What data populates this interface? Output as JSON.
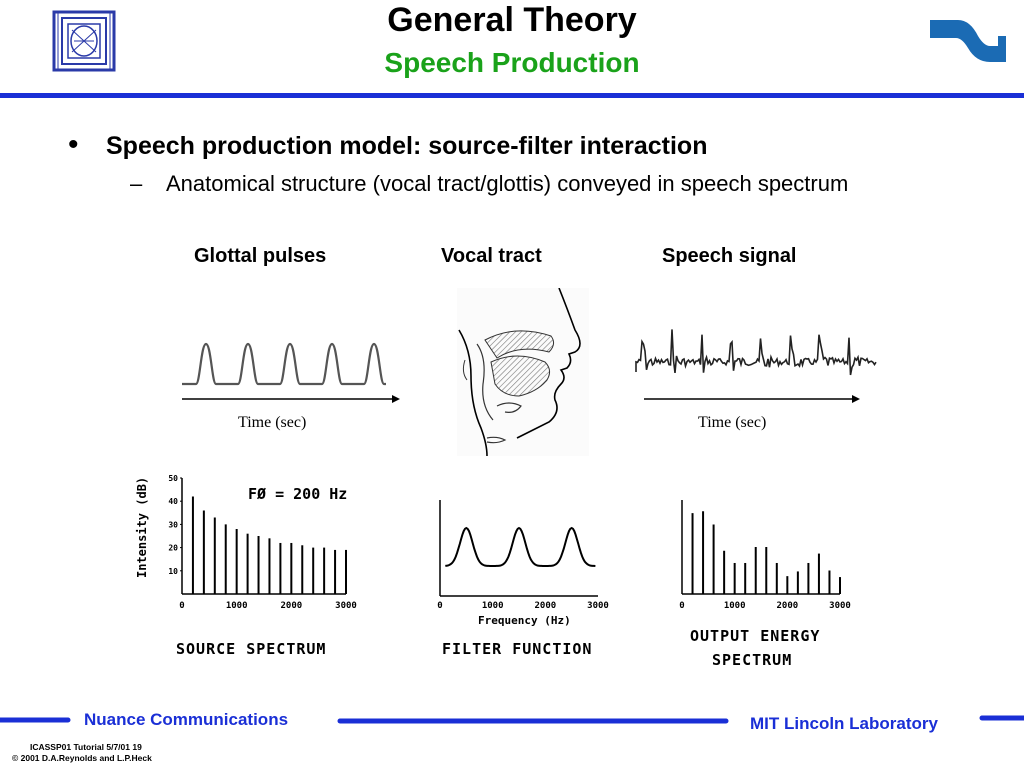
{
  "header": {
    "title": "General Theory",
    "subtitle": "Speech Production"
  },
  "content": {
    "bullet_main": "Speech production model:  source-filter interaction",
    "bullet_sub": "Anatomical structure (vocal tract/glottis) conveyed in speech spectrum"
  },
  "figure": {
    "col_labels": [
      "Glottal pulses",
      "Vocal tract",
      "Speech signal"
    ],
    "time_label_left": "Time (sec)",
    "time_label_right": "Time (sec)",
    "source_chart_label": "SOURCE SPECTRUM",
    "source_annotation": "FØ = 200 Hz",
    "source_ylabel": "Intensity (dB)",
    "filter_chart_label": "FILTER FUNCTION",
    "filter_xlabel": "Frequency (Hz)",
    "output_chart_label_line1": "OUTPUT ENERGY",
    "output_chart_label_line2": "SPECTRUM"
  },
  "chart_data": [
    {
      "type": "bar",
      "title": "SOURCE SPECTRUM",
      "annotation": "FØ = 200 Hz",
      "ylabel": "Intensity (dB)",
      "xlabel": "",
      "xlim": [
        0,
        3000
      ],
      "ylim": [
        0,
        50
      ],
      "x_ticks": [
        "0",
        "1000",
        "2000",
        "3000"
      ],
      "y_ticks": [
        "10",
        "20",
        "30",
        "40",
        "50"
      ],
      "x": [
        200,
        400,
        600,
        800,
        1000,
        1200,
        1400,
        1600,
        1800,
        2000,
        2200,
        2400,
        2600,
        2800,
        3000
      ],
      "values": [
        42,
        36,
        33,
        30,
        28,
        26,
        25,
        24,
        22,
        22,
        21,
        20,
        20,
        19,
        19
      ]
    },
    {
      "type": "line",
      "title": "FILTER FUNCTION",
      "xlabel": "Frequency (Hz)",
      "ylabel": "",
      "xlim": [
        0,
        3000
      ],
      "x_ticks": [
        "0",
        "1000",
        "2000",
        "3000"
      ],
      "peaks_hz": [
        500,
        1500,
        2500
      ]
    },
    {
      "type": "bar",
      "title": "OUTPUT ENERGY SPECTRUM",
      "xlabel": "",
      "ylabel": "",
      "xlim": [
        0,
        3000
      ],
      "x_ticks": [
        "0",
        "1000",
        "2000",
        "3000"
      ],
      "x": [
        200,
        400,
        600,
        800,
        1000,
        1200,
        1400,
        1600,
        1800,
        2000,
        2200,
        2400,
        2600,
        2800,
        3000
      ],
      "values": [
        0.86,
        0.88,
        0.74,
        0.46,
        0.33,
        0.33,
        0.5,
        0.5,
        0.33,
        0.19,
        0.24,
        0.33,
        0.43,
        0.25,
        0.18
      ]
    }
  ],
  "footer": {
    "left": "Nuance Communications",
    "right": "MIT Lincoln Laboratory",
    "info_line1": "ICASSP01 Tutorial  5/7/01 19",
    "info_line2": "© 2001 D.A.Reynolds and L.P.Heck"
  },
  "colors": {
    "accent_blue": "#1a2fd6",
    "subtitle_green": "#1aa21a",
    "logo_blue": "#1b6bb4"
  }
}
